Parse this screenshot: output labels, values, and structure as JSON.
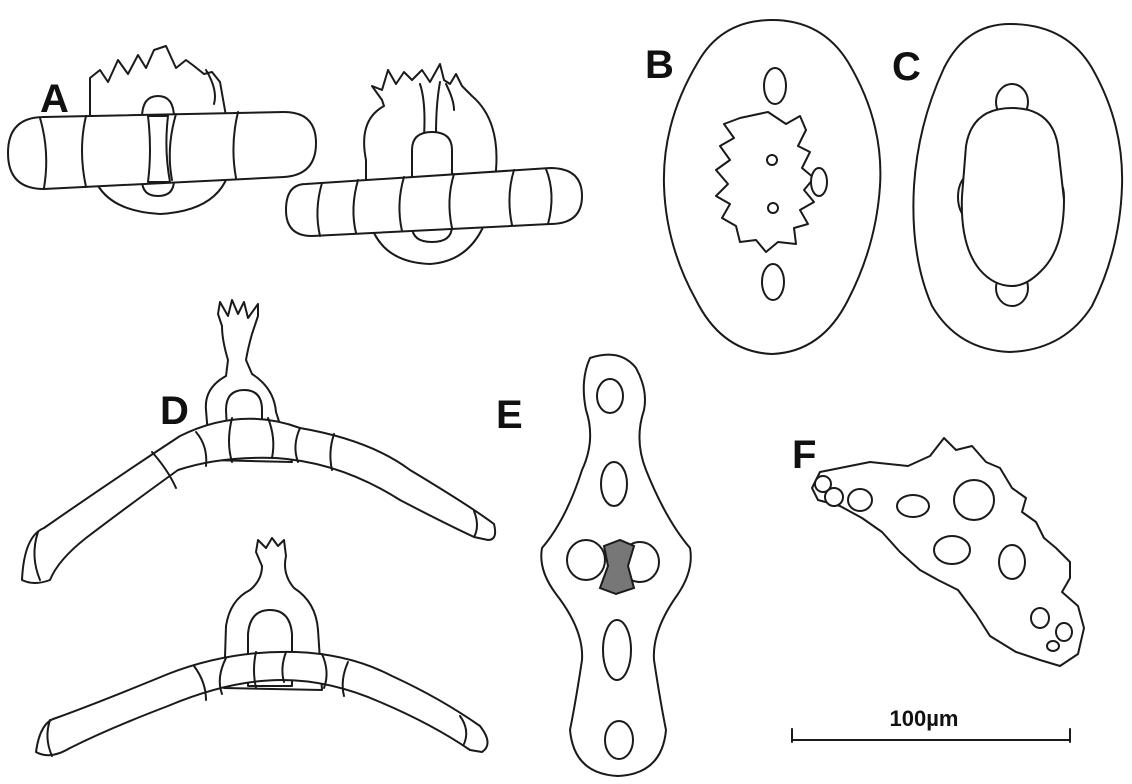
{
  "figure": {
    "panels": [
      {
        "id": "A",
        "label": "A"
      },
      {
        "id": "B",
        "label": "B"
      },
      {
        "id": "C",
        "label": "C"
      },
      {
        "id": "D",
        "label": "D"
      },
      {
        "id": "E",
        "label": "E"
      },
      {
        "id": "F",
        "label": "F"
      }
    ],
    "scale_bar": {
      "label": "100µm"
    }
  }
}
